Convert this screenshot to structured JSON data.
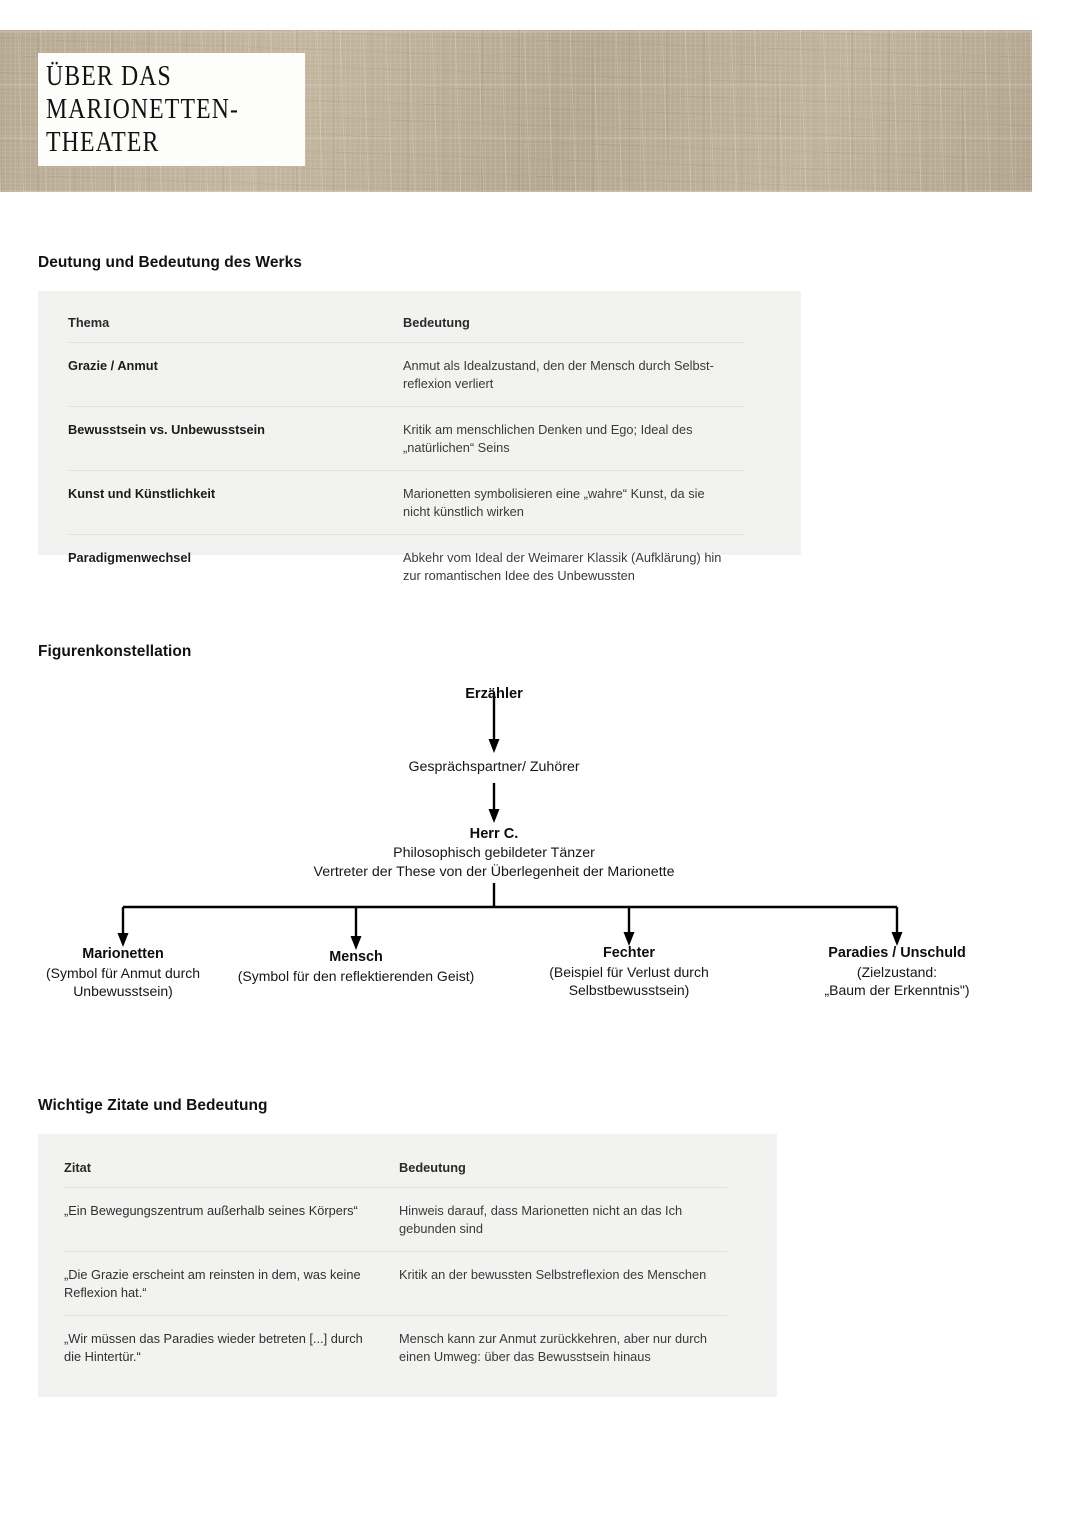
{
  "header": {
    "title_lines": [
      "ÜBER DAS",
      "MARIONETTEN-",
      "THEATER"
    ],
    "banner_color": "#bcae96",
    "title_box_color": "#fdfdfb"
  },
  "sections": {
    "deutung": {
      "heading": "Deutung und Bedeutung des Werks",
      "columns": [
        "Thema",
        "Bedeutung"
      ],
      "rows": [
        {
          "thema": "Grazie / Anmut",
          "bedeutung": "Anmut als Idealzustand, den der Mensch durch Selbst-reflexion verliert"
        },
        {
          "thema": "Bewusstsein vs. Unbewusstsein",
          "bedeutung": "Kritik am menschlichen Denken und Ego; Ideal des „natürlichen“ Seins"
        },
        {
          "thema": "Kunst und Künstlichkeit",
          "bedeutung": "Marionetten symbolisieren eine „wahre“ Kunst, da sie nicht künstlich wirken"
        },
        {
          "thema": "Paradigmenwechsel",
          "bedeutung": "Abkehr vom Ideal der Weimarer Klassik (Aufklärung) hin zur romantischen Idee des Unbewussten"
        }
      ]
    },
    "figuren": {
      "heading": "Figurenkonstellation",
      "chain": [
        {
          "title": "Erzähler",
          "subtitle": ""
        },
        {
          "title": "",
          "subtitle": "Gesprächspartner/ Zuhörer"
        },
        {
          "title": "Herr C.",
          "subtitle": "Philosophisch gebildeter Tänzer",
          "subtitle2": "Vertreter der These von der Überlegenheit der Marionette"
        }
      ],
      "leaves": [
        {
          "title": "Marionetten",
          "desc_lines": [
            "(Symbol für Anmut durch",
            "Unbewusstsein)"
          ]
        },
        {
          "title": "Mensch",
          "desc_lines": [
            "(Symbol für den reflektierenden Geist)"
          ]
        },
        {
          "title": "Fechter",
          "desc_lines": [
            "(Beispiel für Verlust durch",
            "Selbstbewusstsein)"
          ]
        },
        {
          "title": "Paradies / Unschuld",
          "desc_lines": [
            "(Zielzustand:",
            "„Baum der Erkenntnis\")"
          ]
        }
      ]
    },
    "zitate": {
      "heading": "Wichtige Zitate und Bedeutung",
      "columns": [
        "Zitat",
        "Bedeutung"
      ],
      "rows": [
        {
          "zitat": "„Ein Bewegungszentrum außerhalb seines Körpers“",
          "bedeutung": "Hinweis darauf, dass Marionetten nicht an das Ich gebunden sind"
        },
        {
          "zitat": "„Die Grazie erscheint am reinsten in dem, was keine Reflexion hat.“",
          "bedeutung": "Kritik an der bewussten Selbstreflexion des Menschen"
        },
        {
          "zitat": "„Wir müssen das Paradies wieder betreten [...] durch die Hintertür.“",
          "bedeutung": "Mensch kann zur Anmut zurückkehren, aber nur durch einen Umweg: über das Bewusstsein hinaus"
        }
      ]
    }
  }
}
